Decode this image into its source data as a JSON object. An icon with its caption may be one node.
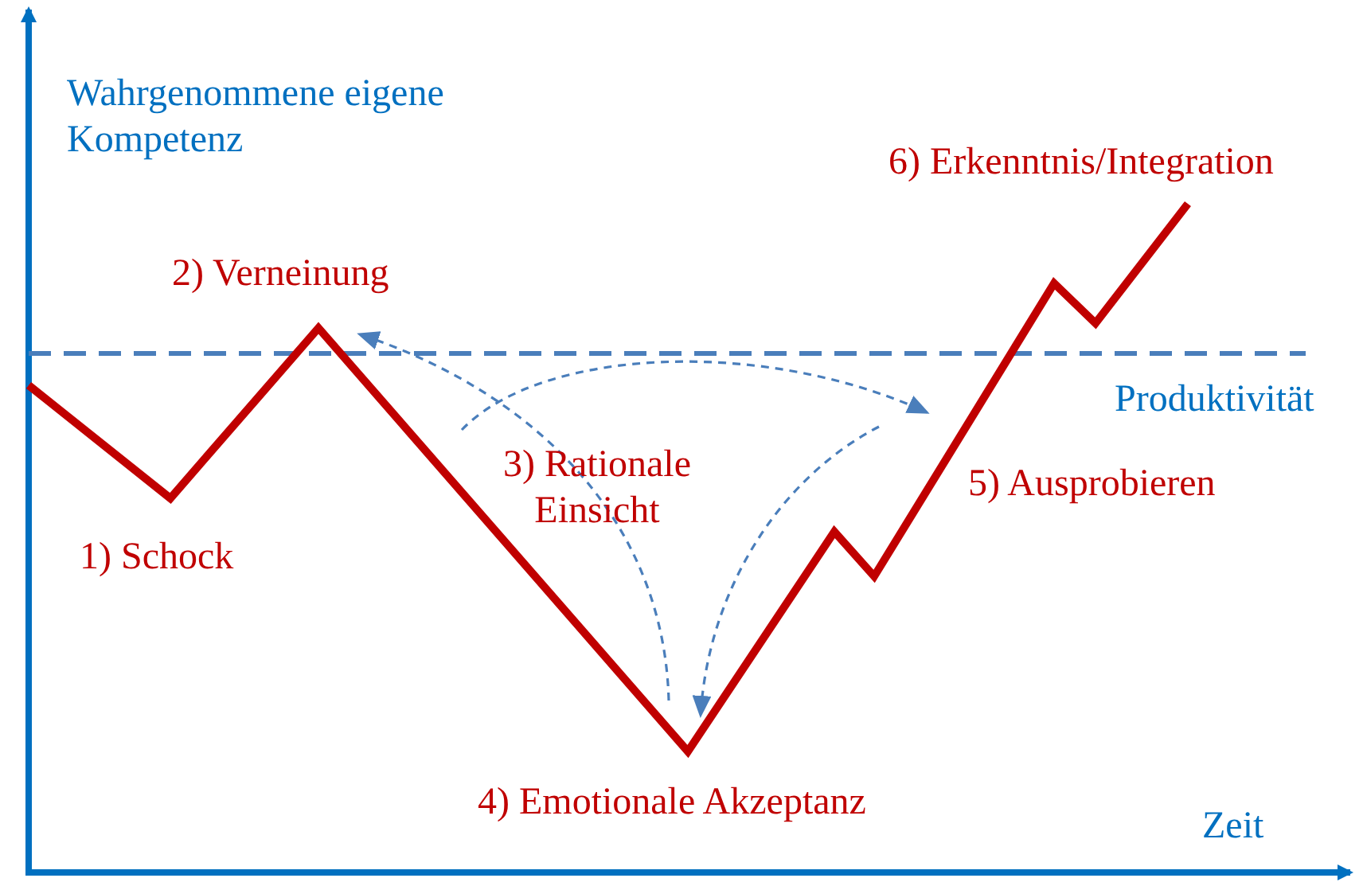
{
  "diagram": {
    "labels": [
      "Wahrgenommene eigene Kompetenz",
      "6) Erkenntnis/Integration",
      "2) Verneinung",
      "Produktivität",
      "3) Rationale Einsicht",
      "5) Ausprobieren",
      "1) Schock",
      "4) Emotionale Akzeptanz",
      "Zeit"
    ]
  }
}
